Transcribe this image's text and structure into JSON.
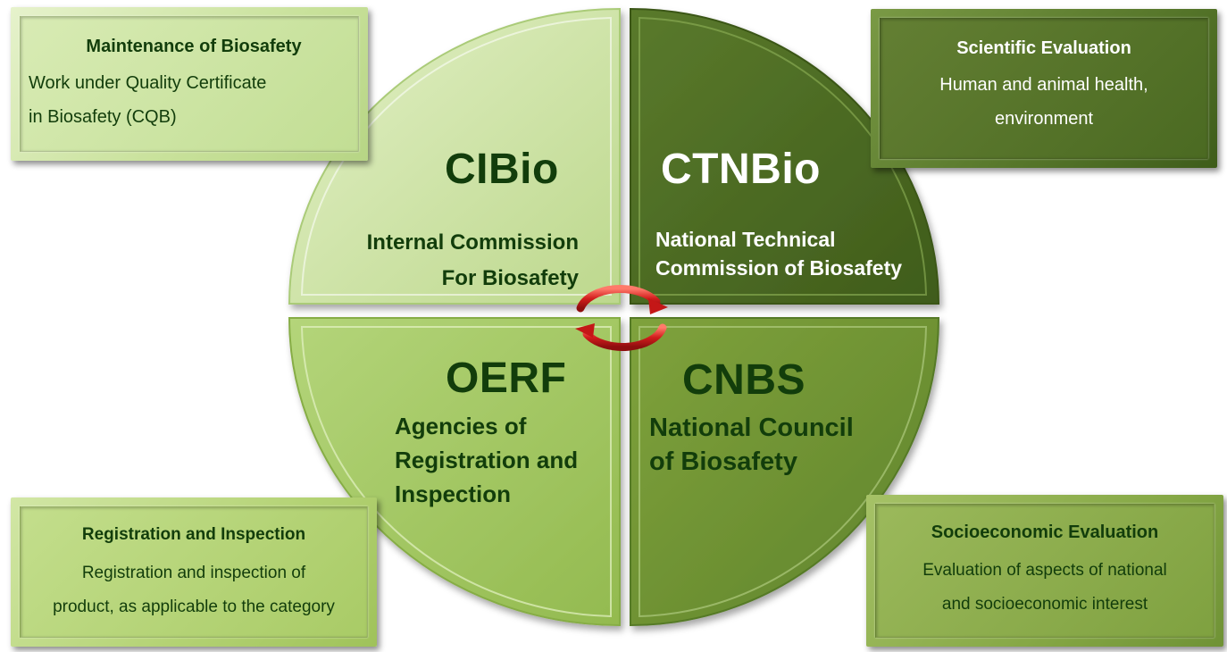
{
  "quadrants": {
    "cibio": {
      "title": "CIBio",
      "subtitle_line1": "Internal Commission",
      "subtitle_line2": "For Biosafety"
    },
    "ctnbio": {
      "title": "CTNBio",
      "subtitle_line1": "National Technical",
      "subtitle_line2": "Commission of Biosafety"
    },
    "oerf": {
      "title": "OERF",
      "subtitle_line1": "Agencies of",
      "subtitle_line2": "Registration and",
      "subtitle_line3": "Inspection"
    },
    "cnbs": {
      "title": "CNBS",
      "subtitle_line1": "National Council",
      "subtitle_line2": "of Biosafety"
    }
  },
  "boxes": {
    "top_left": {
      "title": "Maintenance of Biosafety",
      "line1": "Work under Quality Certificate",
      "line2": "in Biosafety (CQB)"
    },
    "top_right": {
      "title": "Scientific Evaluation",
      "line1": "Human and animal health,",
      "line2": "environment"
    },
    "bottom_left": {
      "title": "Registration and Inspection",
      "line1": "Registration and inspection of",
      "line2": "product, as applicable to the category"
    },
    "bottom_right": {
      "title": "Socioeconomic Evaluation",
      "line1": "Evaluation of aspects of national",
      "line2": "and socioeconomic interest"
    }
  },
  "colors": {
    "cibio": "#c7df9c",
    "ctnbio": "#4d6b24",
    "oerf": "#a3c763",
    "cnbs": "#77993a",
    "arrows": "#d21d1d"
  },
  "icons": [
    "circular-arrows-icon"
  ]
}
